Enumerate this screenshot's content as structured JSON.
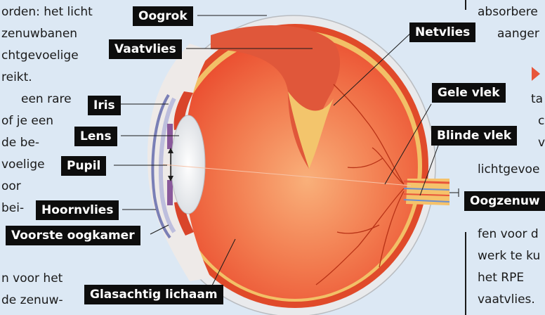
{
  "left_text": [
    "orden: het licht",
    "zenuwbanen",
    "chtgevoelige",
    "reikt.",
    "een rare",
    "of je een",
    "de be-",
    "voelige",
    "oor",
    "bei-"
  ],
  "left_text_bottom": [
    "n voor het",
    "de zenuw-"
  ],
  "right_text_top": [
    "absorbere",
    "aanger"
  ],
  "right_text_mid": [
    "ta",
    "c",
    "v",
    "lichtgevoe"
  ],
  "right_text_bottom": [
    "fen voor d",
    "werk te ku",
    "het RPE",
    "vaatvlies."
  ],
  "labels": {
    "oogrok": "Oogrok",
    "vaatvlies": "Vaatvlies",
    "netvlies": "Netvlies",
    "iris": "Iris",
    "lens": "Lens",
    "pupil": "Pupil",
    "gele_vlek": "Gele vlek",
    "blinde_vlek": "Blinde vlek",
    "hoornvlies": "Hoornvlies",
    "voorste_oogkamer": "Voorste oogkamer",
    "oogzenuw": "Oogzenuw",
    "glasachtig_lichaam": "Glasachtig lichaam"
  },
  "colors": {
    "background": "#dce8f4",
    "label_bg": "#0d0d0d",
    "accent_arrow": "#e8553a",
    "vitreous": "#f06a45",
    "retina": "#f5c26b"
  }
}
